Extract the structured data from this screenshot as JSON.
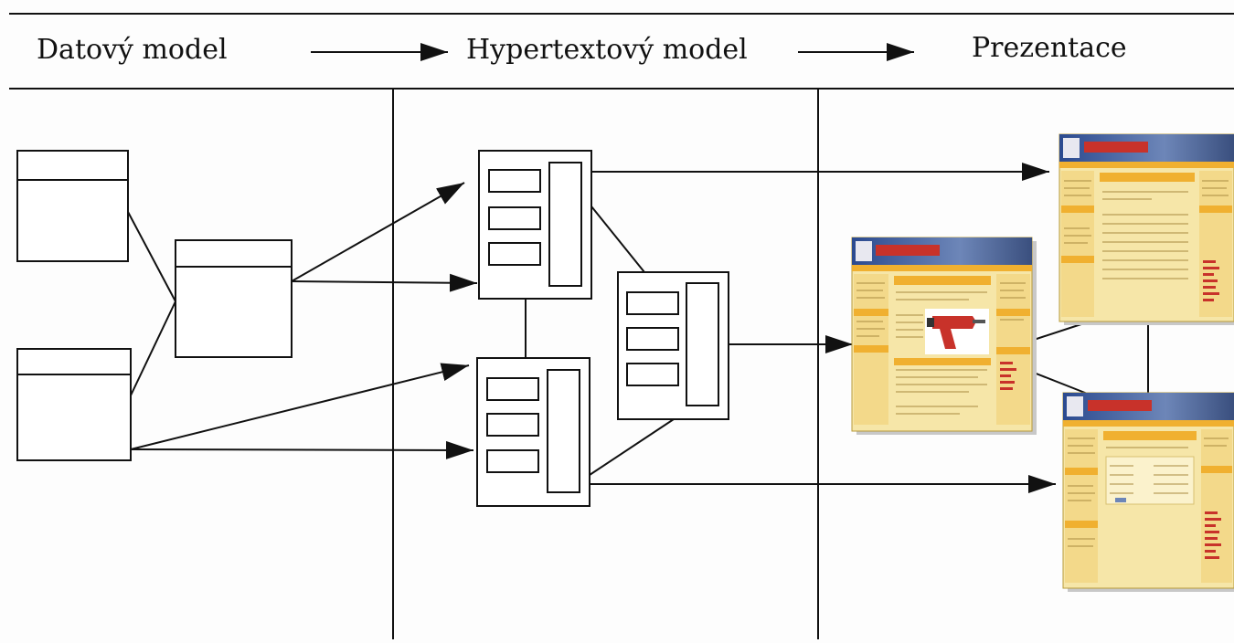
{
  "header": {
    "labels": [
      "Datový model",
      "Hypertextový model",
      "Prezentace"
    ]
  },
  "colors": {
    "line": "#111111",
    "background": "#fdfdfd",
    "page_yellow": "#f6e6a8",
    "page_orange": "#f0b030",
    "page_banner": "#2d4a8a",
    "page_red": "#c8322a"
  },
  "icons": {
    "web_page": "web-page-screenshot-thumbnail",
    "product": "power-drill-image",
    "arrowhead": "filled-triangle-arrowhead"
  }
}
